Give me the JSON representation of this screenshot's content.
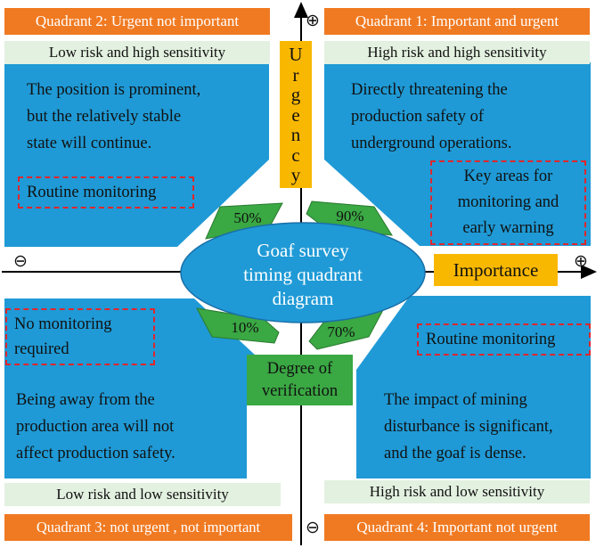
{
  "quadrants": {
    "q1": {
      "title": "Quadrant 1: Important and urgent",
      "risk": "High risk and high sensitivity",
      "desc": [
        "Directly threatening the",
        "production safety of",
        "underground operations."
      ],
      "box": [
        "Key areas for",
        "monitoring and",
        "early warning"
      ],
      "percent": "90%"
    },
    "q2": {
      "title": "Quadrant 2: Urgent not important",
      "risk": "Low risk and high sensitivity",
      "desc": [
        "The position is prominent,",
        "but the relatively stable",
        "state will continue."
      ],
      "box": [
        "Routine monitoring"
      ],
      "percent": "50%"
    },
    "q3": {
      "title": "Quadrant 3: not urgent , not important",
      "risk": "Low risk and low sensitivity",
      "desc": [
        "Being away from the",
        "production area will not",
        "affect production safety."
      ],
      "box": [
        "No monitoring",
        "required"
      ],
      "percent": "10%"
    },
    "q4": {
      "title": "Quadrant 4: Important not urgent",
      "risk": "High risk and low sensitivity",
      "desc": [
        "The impact of mining",
        "disturbance is significant,",
        "and the goaf is dense."
      ],
      "box": [
        "Routine monitoring"
      ],
      "percent": "70%"
    }
  },
  "center": {
    "lines": [
      "Goaf survey",
      "timing quadrant",
      "diagram"
    ]
  },
  "axes": {
    "vertical_label": [
      "U",
      "r",
      "g",
      "e",
      "n",
      "c",
      "y"
    ],
    "horizontal_label": "Importance",
    "bottom_label": [
      "Degree of",
      "verification"
    ],
    "plus": "⊕",
    "minus": "⊖"
  },
  "colors": {
    "blue": "#1f9ad6",
    "orange": "#f07a22",
    "yellow": "#f9b800",
    "green": "#3aa843",
    "light_green": "#e3f1e0",
    "red_dash": "#e0262c"
  }
}
